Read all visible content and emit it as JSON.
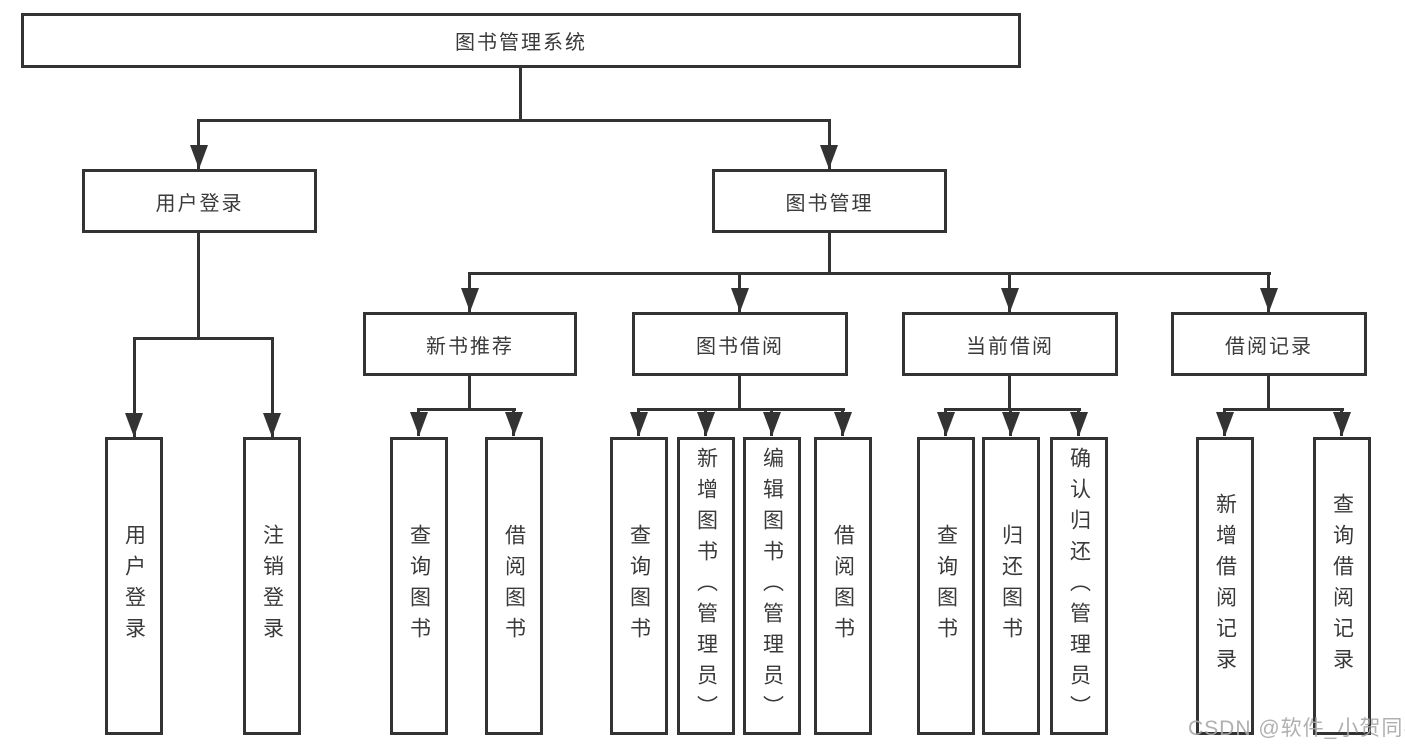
{
  "diagram": {
    "root": "图书管理系统",
    "level2": {
      "user_login": "用户登录",
      "book_management": "图书管理"
    },
    "level3": {
      "new_book_recommend": "新书推荐",
      "book_borrow": "图书借阅",
      "current_borrow": "当前借阅",
      "borrow_records": "借阅记录"
    },
    "leaves": {
      "user": [
        "用户登录",
        "注销登录"
      ],
      "recommend": [
        "查询图书",
        "借阅图书"
      ],
      "borrow": [
        "查询图书",
        "新增图书（管理员）",
        "编辑图书（管理员）",
        "借阅图书"
      ],
      "current": [
        "查询图书",
        "归还图书",
        "确认归还（管理员）"
      ],
      "records": [
        "新增借阅记录",
        "查询借阅记录"
      ]
    },
    "colors": {
      "line": "#333333",
      "text": "#3a3a3a",
      "background": "#ffffff",
      "watermark": "#a8a8a8"
    },
    "watermark": "CSDN @软件_小贺同学"
  }
}
